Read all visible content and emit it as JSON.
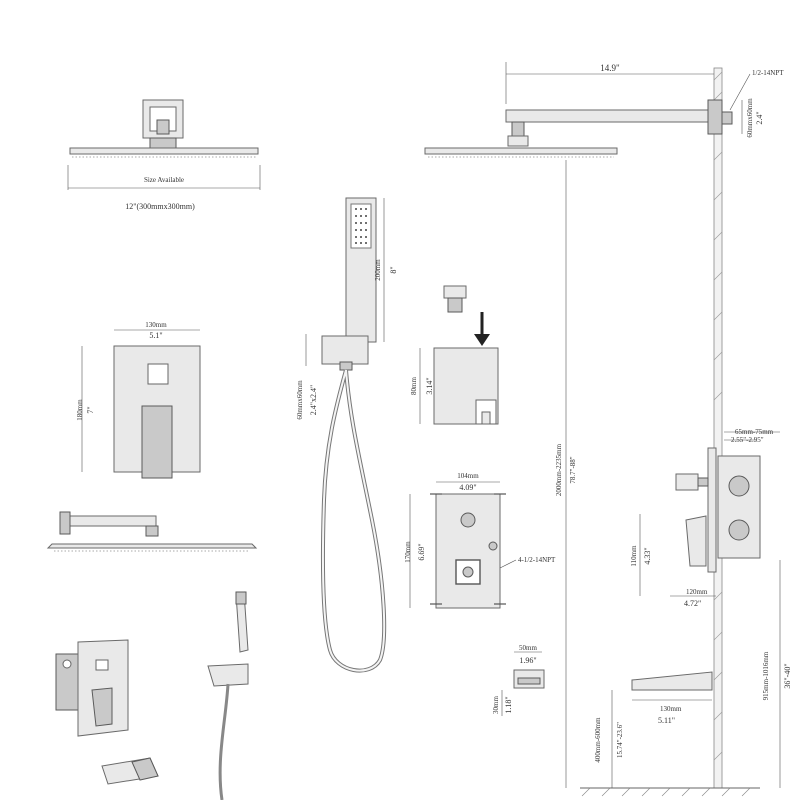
{
  "labels": {
    "shower_head_top_size_available": "Size Available",
    "shower_head_top_size": "12\"(300mmx300mm)",
    "arm_length": "14.9\"",
    "npt_top": "1/2-14NPT",
    "arm_height_mm": "60mmx60mm",
    "arm_height_in": "2.4\"",
    "handheld_length_mm": "200mm",
    "handheld_length_in": "8\"",
    "holder_mm": "60mmx60mm",
    "holder_in": "2.4\"x2.4\"",
    "plate_width_mm": "130mm",
    "plate_width_in": "5.1\"",
    "plate_height_mm": "180mm",
    "plate_height_in": "7\"",
    "bracket_height_mm": "80mm",
    "bracket_height_in": "3.14\"",
    "valve_width_mm": "104mm",
    "valve_width_in": "4.09\"",
    "valve_height_mm": "170mm",
    "valve_height_in": "6.69\"",
    "valve_npt": "4-1/2-14NPT",
    "total_height_mm": "2000mm-2235mm",
    "total_height_in": "78.7\"-88\"",
    "depth_mm": "65mm-75mm",
    "depth_in": "2.55\"-2.95\"",
    "handle_height_mm": "110mm",
    "handle_height_in": "4.33\"",
    "handle_depth_mm": "120mm",
    "handle_depth_in": "4.72\"",
    "spout_width_mm": "50mm",
    "spout_width_in": "1.96\"",
    "spout_height_mm": "30mm",
    "spout_height_in": "1.18\"",
    "spout_len_mm": "130mm",
    "spout_len_in": "5.11\"",
    "spout_floor_mm": "400mm-600mm",
    "spout_floor_in": "15.74\"-23.6\"",
    "spout_to_head_mm": "915mm-1016mm",
    "spout_to_head_in": "36\"-40\""
  },
  "colors": {
    "metal_light": "#e9e9e9",
    "metal_dark": "#c9c9c9",
    "line": "#555555"
  },
  "icons": [
    "arrow-down-icon",
    "shower-head-icon",
    "handheld-shower-icon",
    "valve-box-icon",
    "spout-icon"
  ]
}
